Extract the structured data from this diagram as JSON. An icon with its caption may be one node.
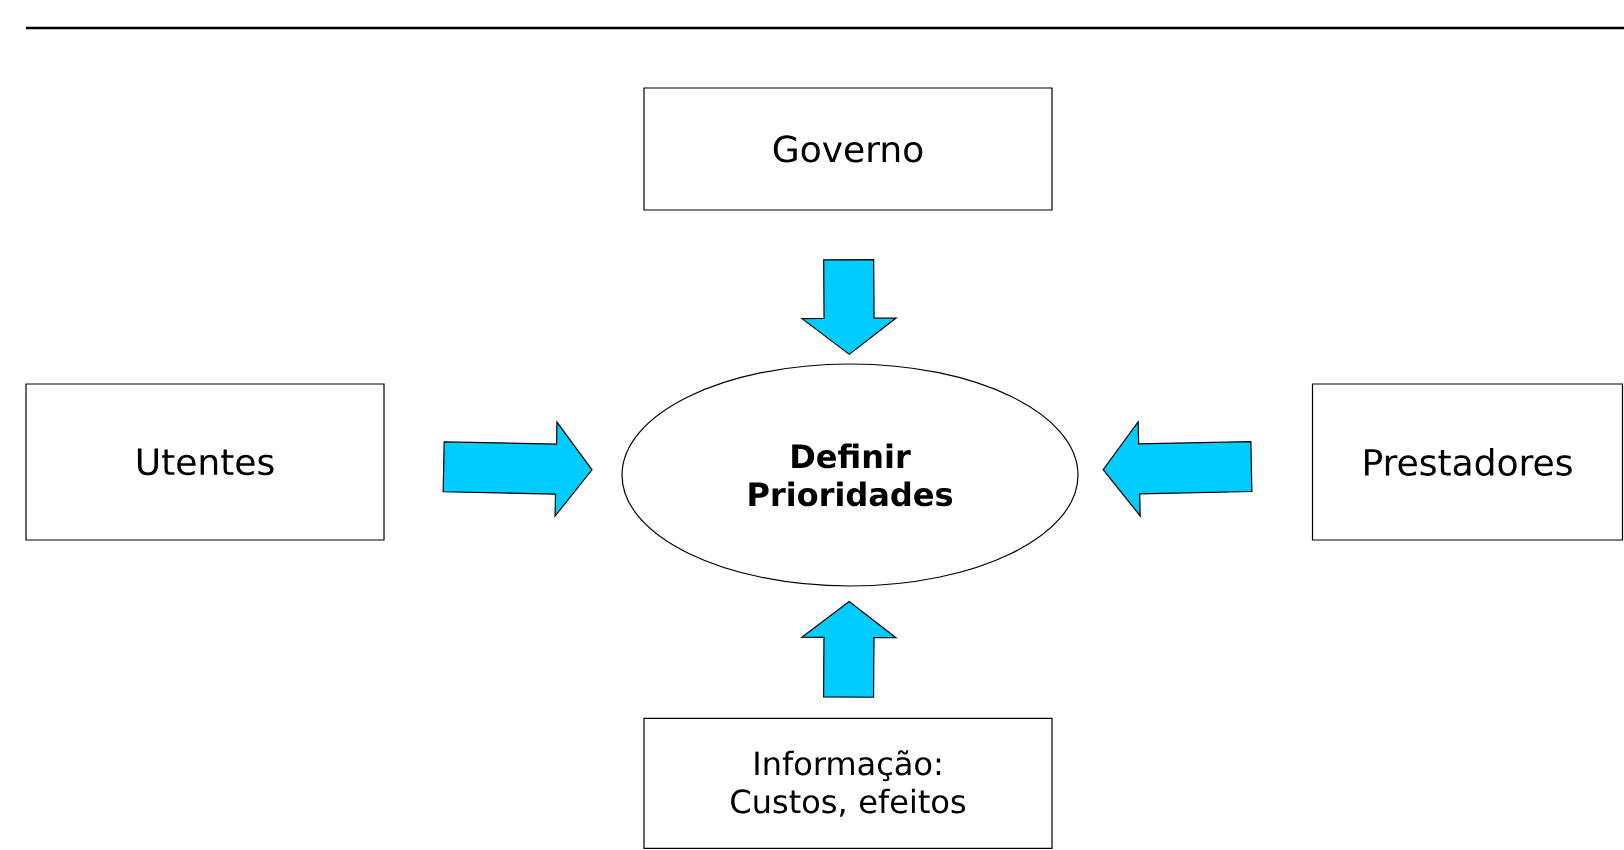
{
  "diagram": {
    "nodes": [
      {
        "text": [
          "Governo"
        ]
      },
      {
        "text": [
          "Utentes"
        ]
      },
      {
        "text": [
          "Definir Prioridades"
        ]
      },
      {
        "text": [
          "Prestadores"
        ]
      },
      {
        "text": [
          "Informação: Custos, efeitos"
        ]
      }
    ],
    "edges": [
      {
        "from": 0,
        "to": 2,
        "arrow": "to"
      },
      {
        "from": 1,
        "to": 2,
        "arrow": "to"
      },
      {
        "from": 3,
        "to": 2,
        "arrow": "to"
      },
      {
        "from": 4,
        "to": 2,
        "arrow": "to"
      }
    ]
  }
}
